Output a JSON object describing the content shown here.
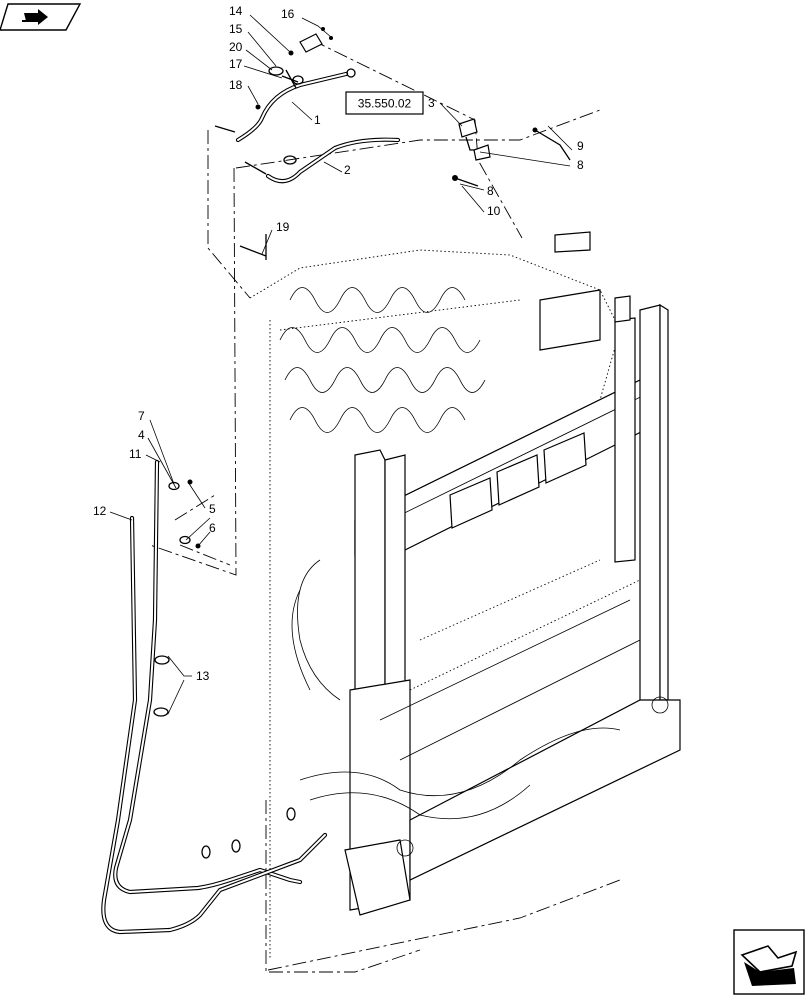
{
  "nav": {
    "top_icon": "book-arrow-icon",
    "bottom_icon": "next-page-arrow-icon"
  },
  "reference_box": {
    "label": "35.550.02"
  },
  "callouts": {
    "c1": "1",
    "c2": "2",
    "c3": "3",
    "c4": "4",
    "c5": "5",
    "c6": "6",
    "c7": "7",
    "c8a": "8",
    "c8b": "8",
    "c9": "9",
    "c10": "10",
    "c11": "11",
    "c12": "12",
    "c13": "13",
    "c14": "14",
    "c15": "15",
    "c16": "16",
    "c17": "17",
    "c18": "18",
    "c19": "19",
    "c20": "20"
  },
  "colors": {
    "line": "#000000",
    "background": "#ffffff"
  }
}
